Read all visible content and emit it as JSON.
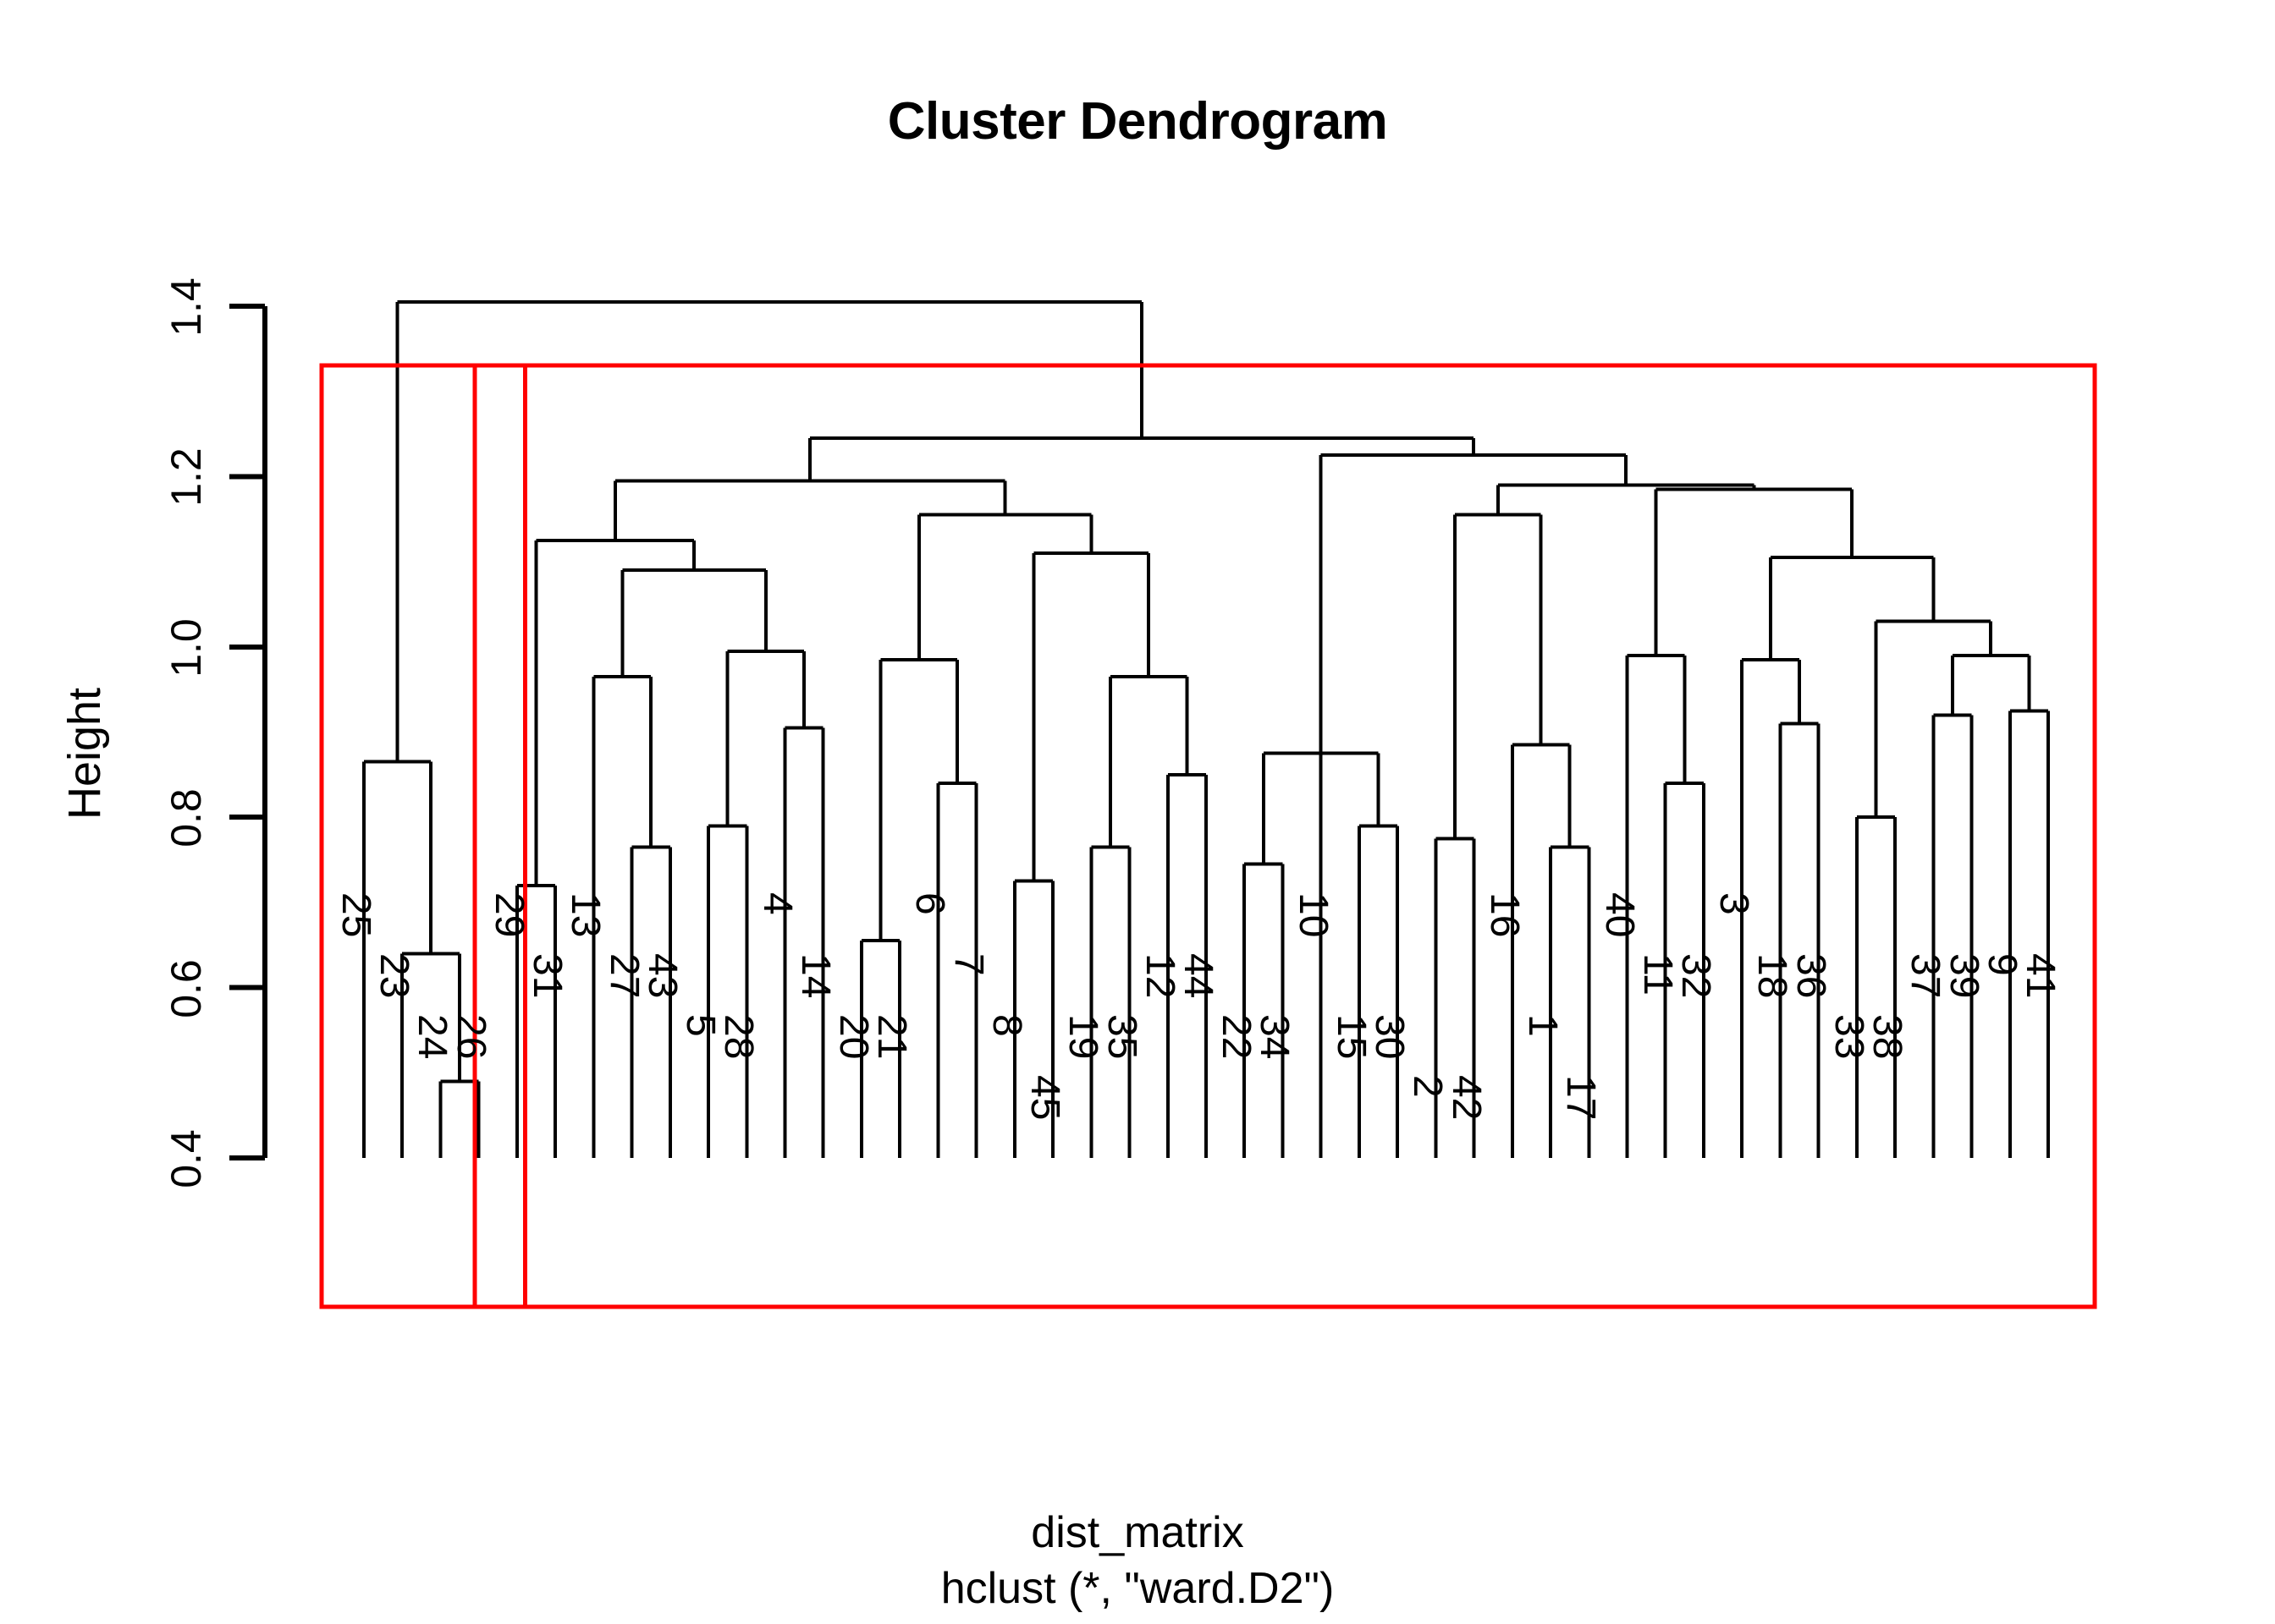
{
  "title": "Cluster Dendrogram",
  "ylabel": "Height",
  "xlabel_line1": "dist_matrix",
  "xlabel_line2": "hclust (*, \"ward.D2\")",
  "colors": {
    "line": "#000000",
    "cluster_box": "#FF0000",
    "background": "#FFFFFF"
  },
  "chart_data": {
    "type": "dendrogram",
    "title": "Cluster Dendrogram",
    "xlabel": "dist_matrix\nhclust (*, \"ward.D2\")",
    "ylabel": "Height",
    "method": "ward.D2",
    "distance_object": "dist_matrix",
    "grid": false,
    "legend": null,
    "axis": {
      "tick_values": [
        0.4,
        0.6,
        0.8,
        1.0,
        1.2,
        1.4
      ],
      "tick_labels": [
        "0.4",
        "0.6",
        "0.8",
        "1.0",
        "1.2",
        "1.4"
      ],
      "ylim": [
        0.4,
        1.4
      ],
      "orientation": "vertical-rotated-labels"
    },
    "n_leaves": 45,
    "leaf_order": [
      "25",
      "23",
      "24",
      "26",
      "29",
      "31",
      "13",
      "27",
      "43",
      "5",
      "28",
      "4",
      "14",
      "20",
      "21",
      "6",
      "7",
      "8",
      "45",
      "19",
      "35",
      "12",
      "44",
      "22",
      "34",
      "10",
      "15",
      "30",
      "2",
      "42",
      "16",
      "1",
      "17",
      "40",
      "11",
      "32",
      "3",
      "18",
      "36",
      "33",
      "38",
      "37",
      "39",
      "9",
      "41"
    ],
    "leaf_label_rows": [
      0,
      1,
      2,
      2,
      0,
      1,
      0,
      1,
      1,
      2,
      2,
      0,
      1,
      2,
      2,
      0,
      1,
      2,
      3,
      2,
      2,
      1,
      1,
      2,
      2,
      0,
      2,
      2,
      3,
      3,
      0,
      2,
      3,
      0,
      1,
      1,
      0,
      1,
      1,
      2,
      2,
      1,
      1,
      1,
      1
    ],
    "merges": [
      {
        "id": "m1",
        "left": "24",
        "right": "26",
        "height": 0.49,
        "type": "leaf-leaf"
      },
      {
        "id": "m2",
        "left": "23",
        "right": "m1",
        "height": 0.64,
        "type": "leaf-node"
      },
      {
        "id": "m3",
        "left": "25",
        "right": "m2",
        "height": 0.865,
        "type": "leaf-node"
      },
      {
        "id": "m4",
        "left": "29",
        "right": "31",
        "height": 0.72,
        "type": "leaf-leaf"
      },
      {
        "id": "m5",
        "left": "27",
        "right": "43",
        "height": 0.765,
        "type": "leaf-leaf"
      },
      {
        "id": "m6",
        "left": "13",
        "right": "m5",
        "height": 0.965,
        "type": "leaf-node"
      },
      {
        "id": "m7",
        "left": "5",
        "right": "28",
        "height": 0.79,
        "type": "leaf-leaf"
      },
      {
        "id": "m8",
        "left": "4",
        "right": "14",
        "height": 0.905,
        "type": "leaf-leaf"
      },
      {
        "id": "m9",
        "left": "m7",
        "right": "m8",
        "height": 0.995,
        "type": "node-node"
      },
      {
        "id": "m10",
        "left": "m6",
        "right": "m9",
        "height": 1.09,
        "type": "node-node"
      },
      {
        "id": "m11",
        "left": "m4",
        "right": "m10",
        "height": 1.125,
        "type": "node-node"
      },
      {
        "id": "m12",
        "left": "20",
        "right": "21",
        "height": 0.655,
        "type": "leaf-leaf"
      },
      {
        "id": "m13",
        "left": "6",
        "right": "7",
        "height": 0.84,
        "type": "leaf-leaf"
      },
      {
        "id": "m14",
        "left": "m12",
        "right": "m13",
        "height": 0.985,
        "type": "node-node"
      },
      {
        "id": "m15",
        "left": "8",
        "right": "45",
        "height": 0.725,
        "type": "leaf-leaf"
      },
      {
        "id": "m16",
        "left": "19",
        "right": "35",
        "height": 0.765,
        "type": "leaf-leaf"
      },
      {
        "id": "m17",
        "left": "12",
        "right": "44",
        "height": 0.85,
        "type": "leaf-leaf"
      },
      {
        "id": "m18",
        "left": "m16",
        "right": "m17",
        "height": 0.965,
        "type": "node-node"
      },
      {
        "id": "m19",
        "left": "m15",
        "right": "m18",
        "height": 1.11,
        "type": "node-node"
      },
      {
        "id": "m20",
        "left": "m14",
        "right": "m19",
        "height": 1.155,
        "type": "node-node"
      },
      {
        "id": "m21",
        "left": "m11",
        "right": "m20",
        "height": 1.195,
        "type": "node-node"
      },
      {
        "id": "m22",
        "left": "22",
        "right": "34",
        "height": 0.745,
        "type": "leaf-leaf"
      },
      {
        "id": "m23",
        "left": "15",
        "right": "30",
        "height": 0.79,
        "type": "leaf-leaf"
      },
      {
        "id": "m24",
        "left": "m22",
        "right": "m23",
        "height": 0.875,
        "type": "node-node"
      },
      {
        "id": "m25",
        "left": "10",
        "right": "m24",
        "height": 1.145,
        "type": "leaf-node"
      },
      {
        "id": "m26",
        "left": "2",
        "right": "42",
        "height": 0.775,
        "type": "leaf-leaf"
      },
      {
        "id": "m27",
        "left": "1",
        "right": "17",
        "height": 0.765,
        "type": "leaf-leaf"
      },
      {
        "id": "m28",
        "left": "16",
        "right": "m27",
        "height": 0.885,
        "type": "leaf-node"
      },
      {
        "id": "m29",
        "left": "m26",
        "right": "m28",
        "height": 1.155,
        "type": "node-node"
      },
      {
        "id": "m30",
        "left": "11",
        "right": "32",
        "height": 0.84,
        "type": "leaf-leaf"
      },
      {
        "id": "m31",
        "left": "40",
        "right": "m30",
        "height": 0.99,
        "type": "leaf-node"
      },
      {
        "id": "m32",
        "left": "18",
        "right": "36",
        "height": 0.91,
        "type": "leaf-leaf"
      },
      {
        "id": "m33",
        "left": "3",
        "right": "m32",
        "height": 0.985,
        "type": "leaf-node"
      },
      {
        "id": "m34",
        "left": "33",
        "right": "38",
        "height": 0.8,
        "type": "leaf-leaf"
      },
      {
        "id": "m35",
        "left": "37",
        "right": "39",
        "height": 0.92,
        "type": "leaf-leaf"
      },
      {
        "id": "m36",
        "left": "9",
        "right": "41",
        "height": 0.925,
        "type": "leaf-leaf"
      },
      {
        "id": "m37",
        "left": "m35",
        "right": "m36",
        "height": 0.99,
        "type": "node-node"
      },
      {
        "id": "m38",
        "left": "m34",
        "right": "m37",
        "height": 1.03,
        "type": "node-node"
      },
      {
        "id": "m39",
        "left": "m33",
        "right": "m38",
        "height": 1.105,
        "type": "node-node"
      },
      {
        "id": "m40",
        "left": "m31",
        "right": "m39",
        "height": 1.185,
        "type": "node-node"
      },
      {
        "id": "m41",
        "left": "m29",
        "right": "m40",
        "height": 1.19,
        "type": "node-node"
      },
      {
        "id": "m42",
        "left": "m25",
        "right": "m41",
        "height": 1.225,
        "type": "node-node"
      },
      {
        "id": "m43",
        "left": "m21",
        "right": "m42",
        "height": 1.245,
        "type": "node-node"
      },
      {
        "id": "m44",
        "left": "m3",
        "right": "m43",
        "height": 1.405,
        "type": "node-node"
      }
    ],
    "cluster_rectangles": [
      {
        "index": 1,
        "leaf_from": "25",
        "leaf_to": "26",
        "leaf_count": 4,
        "color": "#FF0000"
      },
      {
        "index": 2,
        "leaf_from": "29",
        "leaf_to": "41",
        "leaf_count": 41,
        "color": "#FF0000"
      }
    ]
  }
}
